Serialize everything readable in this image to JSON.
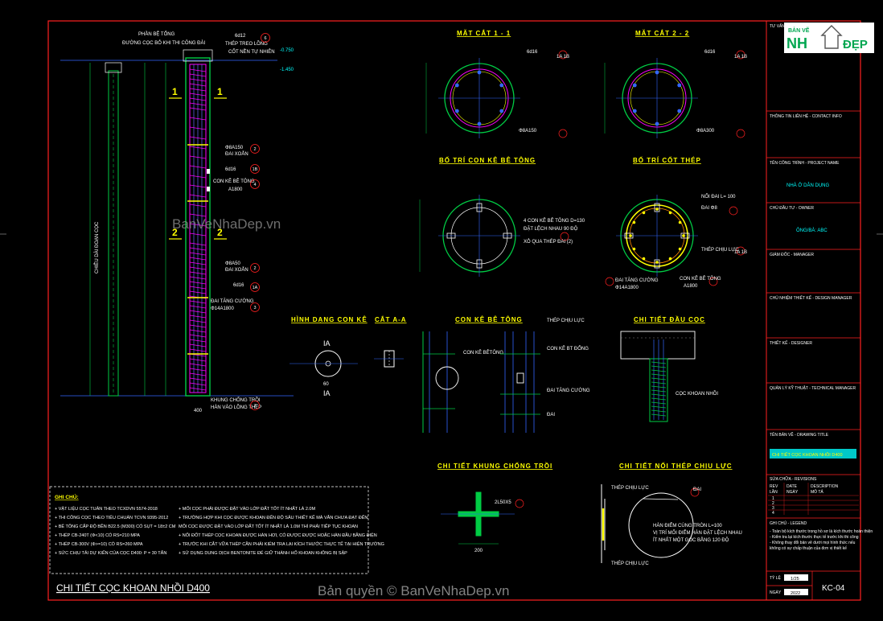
{
  "drawing": {
    "main_title": "CHI TIẾT CỌC KHOAN NHỒI D400",
    "watermark_top": "BanVeNhaDep.vn",
    "copyright": "Bản quyền © BanVeNhaDep.vn",
    "logo_small": "BẢN VẼ",
    "logo_big_a": "NH",
    "logo_big_b": "ĐẸP"
  },
  "sections": {
    "section_1_1": "MẶT CẮT 1 - 1",
    "section_2_2": "MẶT CẮT 2 - 2",
    "spacer_layout": "BỐ TRÍ CON KÊ BÊ TÔNG",
    "rebar_layout": "BỐ TRÍ CỐT THÉP",
    "spacer_shape": "HÌNH DẠNG CON KÊ",
    "cut_aa": "CẮT A-A",
    "concrete_spacer": "CON KÊ BÊ TÔNG",
    "pile_head": "CHI TIẾT ĐẦU CỌC",
    "float_frame": "CHI TIẾT KHUNG CHỐNG TRỒI",
    "rebar_splice": "CHI TIẾT NỐI THÉP CHỊU LỰC"
  },
  "pile_labels": {
    "cap_part": "PHẦN BỆ TỔNG",
    "cut_level": "ĐƯỜNG CỌC BỎ KHI THI CÔNG ĐÀI",
    "rebar_6d12": "6d12",
    "steel_anchor": "THÉP TREO LỒNG",
    "natural_ground": "CỐT NỀN TỰ NHIÊN",
    "spiral_a150": "Φ8A150",
    "spiral_label": "ĐAI XOẮN",
    "main_6d16": "6d16",
    "spacer_note": "CON KÊ BÊ TÔNG",
    "spacer_spacing": "A1800",
    "spiral_a50": "Φ8A50",
    "stiff_ring": "ĐAI TĂNG CƯỜNG",
    "stiff_spacing": "Φ14A1800",
    "float_frame_note": "KHUNG CHỐNG TRỒI",
    "float_frame_note2": "HÀN VÀO LỒNG THÉP",
    "depth_note": "CHIỀU DÀI ĐOẠN CỌC",
    "sec1": "1",
    "sec2": "2",
    "elev1": "-0.750",
    "elev2": "-1.450",
    "bottom_dim": "400"
  },
  "callouts": {
    "sec11_rebar": "6d16",
    "sec11_tag": "1A 1B",
    "sec11_spiral": "Φ8A150",
    "sec22_rebar": "6d16",
    "sec22_tag": "1A 1B",
    "sec22_spiral": "Φ8A300",
    "spacer_desc1": "4 CON KÊ BÊ TÔNG D=130",
    "spacer_desc2": "ĐẶT LỆCH NHAU 90 ĐỘ",
    "spacer_desc3": "XỎ QUA THÉP ĐAI (2)",
    "rebar_ring": "NỐI ĐAI L= 100",
    "rebar_tie": "ĐAI Φ8",
    "rebar_main": "THÉP CHỊU LỰC",
    "rebar_main_tag": "1A 1B",
    "rebar_stiff": "ĐAI TĂNG CƯỜNG",
    "rebar_stiff2": "Φ14A1800",
    "rebar_spacer": "CON KÊ BÊ TÔNG",
    "rebar_spacer2": "A1800",
    "spacer_ia": "IA",
    "spacer_d": "60",
    "cs_main": "THÉP CHỊU LỰC",
    "cs_spacer": "CON KÊ BT ĐỔNG",
    "cs_stiff": "ĐAI TĂNG CƯỜNG",
    "cs_tie": "ĐAI",
    "cs_spacer_left": "CON KÊ BÊTÔNG",
    "ph_pile": "CỌC KHOAN NHỒI",
    "ff_label": "2L50X5",
    "ff_dim": "200",
    "sp_main_top": "THÉP CHỊU LỰC",
    "sp_tie": "ĐAI",
    "sp_weld1": "HÀN ĐIỂM CÙNG TRÒN L=100",
    "sp_weld2": "VỊ TRÍ MỐI ĐIỂM HÀN ĐẶT LỆCH NHAU",
    "sp_weld3": "ÍT NHẤT MỘT GÓC BẰNG 120 ĐỘ",
    "sp_main_bot": "THÉP CHỊU LỰC"
  },
  "notes": {
    "heading": "GHI CHÚ:",
    "left": [
      "+ VẬT LIỆU CỌC TUÂN THEO TCXDVN 5574-2018",
      "+ THI CÔNG CỌC THEO TIÊU CHUẨN TCVN 9395-2012",
      "+ BÊ TÔNG CẤP ĐỘ BỀN B22.5 (M300) CÓ SỤT = 18±2 CM",
      "+ THÉP CB-240T (Φ<10) CÓ RS=210 MPA",
      "+ THÉP CB-300V (Φ>=10) CÓ RS=260 MPA",
      "+ SỨC CHỊU TẢI DỰ KIẾN CỦA CỌC D400:  P = 30 TẤN"
    ],
    "right": [
      "+ MỐI CỌC PHẢI ĐƯỢC ĐẶT VÀO LỚP ĐẤT TỐT ÍT NHẤT LÀ 2.0M",
      "+ TRƯỜNG HỢP KHI CỌC ĐƯỢC KHOAN ĐẾN ĐỘ SÂU THIẾT KẾ MÀ VẪN CHƯA ĐẠT ĐẾN",
      "  MỐI CỌC ĐƯỢC ĐẶT VÀO LỚP ĐẤT TỐT ÍT NHẤT LÀ 1.0M THÌ PHẢI TIẾP TỤC KHOAN",
      "+ NỐI ĐỐT THÉP CỌC KHOAN ĐƯỢC HÀN HƠI, CÓ ĐƯỢC ĐƯỢC HOẶC HÀN ĐẦU BẰNG ĐIỆN",
      "+ TRƯỚC KHI CẮT VỮA THÉP CẦN PHẢI KIỂM TRA LẠI KÍCH THƯỚC THỰC TẾ TẠI HIỆN TRƯỜNG",
      "+ SỬ DỤNG DUNG DỊCH BENTONITE ĐỂ GIỮ THÀNH HỐ KHOAN KHÔNG BỊ SẬP"
    ]
  },
  "title_block": {
    "consultant": "TƯ VẤN THIẾT KẾ",
    "contact": "THÔNG TIN LIÊN HỆ - CONTACT INFO",
    "project_label": "TÊN CÔNG TRÌNH - PROJECT NAME",
    "project_name": "NHÀ Ở DÂN DỤNG",
    "owner_label": "CHỦ ĐẦU TƯ - OWNER",
    "owner_name": "ÔNG/BÀ: ABC",
    "director": "GIÁM ĐỐC - MANAGER",
    "design_manager": "CHỦ NHIỆM THIẾT KẾ - DESIGN MANAGER",
    "designer": "THIẾT KẾ - DESIGNER",
    "tech_manager": "QUẢN LÝ KỸ THUẬT - TECHNICAL MANAGER",
    "drawing_title_label": "TÊN BẢN VẼ - DRAWING TITLE",
    "drawing_title": "CHI TIẾT CỌC KHOAN NHỒI D400",
    "revision_label": "SỬA CHỮA - REVISIONS",
    "rev_headers": [
      "REV",
      "DATE",
      "DESCRIPTION"
    ],
    "rev_headers2": [
      "LẦN",
      "NGÀY",
      "MÔ TẢ"
    ],
    "rev_rows": [
      "1",
      "2",
      "3",
      "4"
    ],
    "legend_label": "GHI CHÚ - LEGEND",
    "legend_lines": [
      "- Toàn bộ kích thước trong hồ sơ là kích thước hoàn thiện",
      "- Kiểm tra lại kích thước thực tế trước khi thi công",
      "- Không thay đổi bản vẽ dưới mọi hình thức nếu",
      "không có sự chấp thuận của đơn vị thiết kế"
    ],
    "scale_label": "TỶ LỆ",
    "scale_value": "1/25",
    "date_label": "NGÀY",
    "date_value": "2022",
    "sheet_no": "KC-04"
  },
  "colors": {
    "frame_red": "#ff2020",
    "cyan": "#00ffff",
    "yellow": "#ffff00",
    "green": "#00cc44",
    "magenta": "#ff00ff",
    "blue": "#3366ff",
    "logo_green": "#00a650"
  }
}
